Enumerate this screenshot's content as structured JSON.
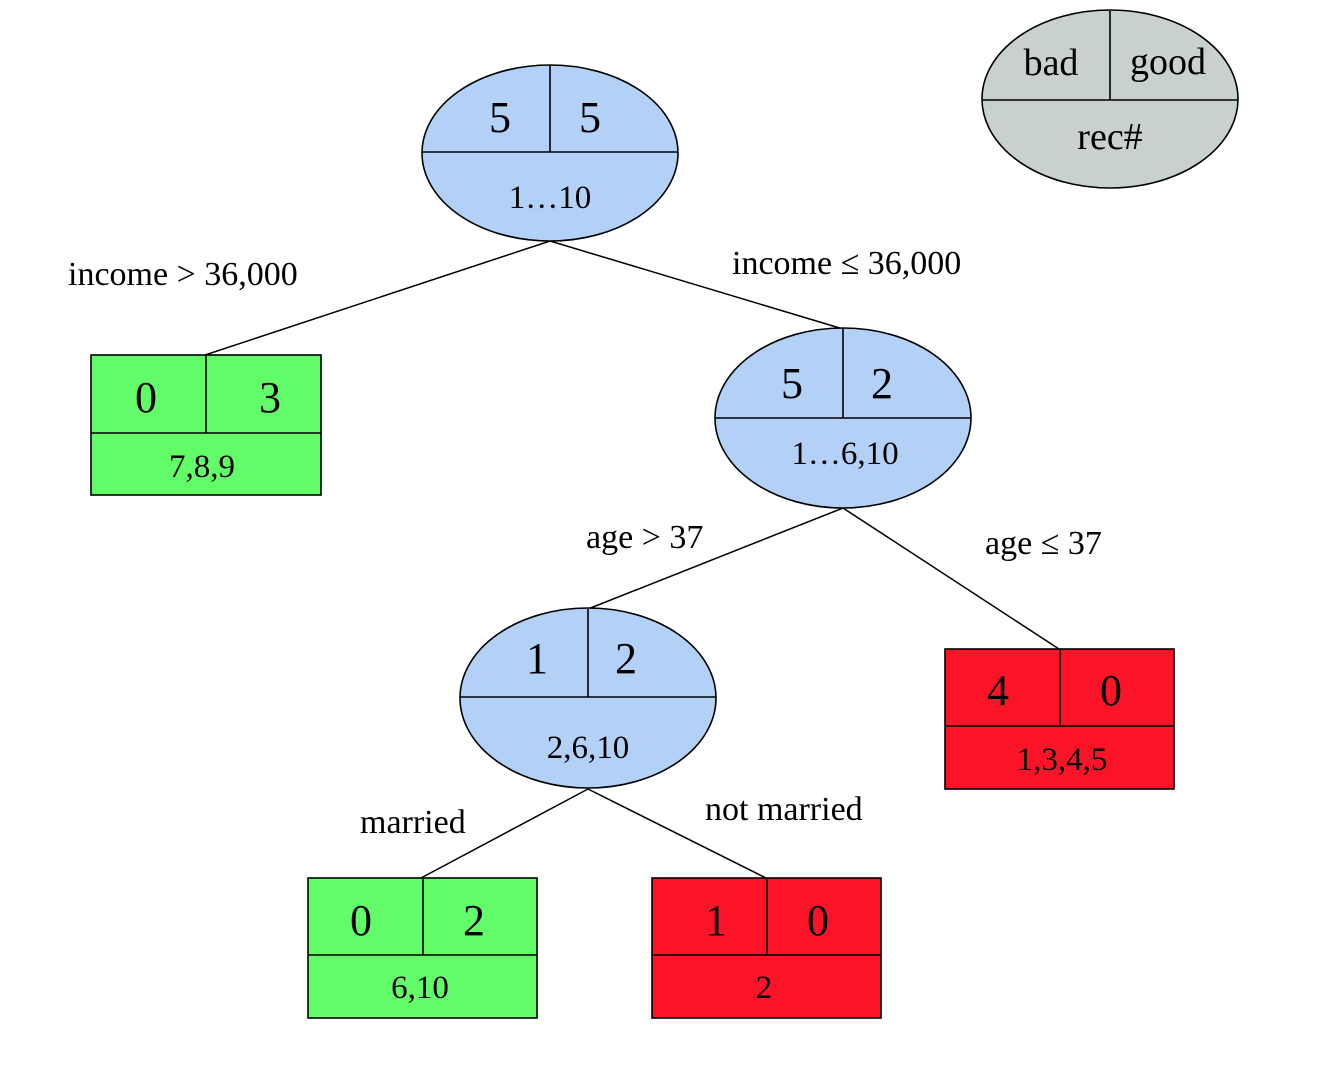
{
  "colors": {
    "internal_node": "#b3d1f7",
    "leaf_good": "#63fc69",
    "leaf_bad": "#fb1427",
    "legend": "#c8d1d0"
  },
  "legend": {
    "left": "bad",
    "right": "good",
    "bottom": "rec#"
  },
  "nodes": {
    "root": {
      "left": "5",
      "right": "5",
      "records": "1…10"
    },
    "income_high_leaf": {
      "left": "0",
      "right": "3",
      "records": "7,8,9"
    },
    "income_low": {
      "left": "5",
      "right": "2",
      "records": "1…6,10"
    },
    "age_high": {
      "left": "1",
      "right": "2",
      "records": "2,6,10"
    },
    "age_low_leaf": {
      "left": "4",
      "right": "0",
      "records": "1,3,4,5"
    },
    "married_leaf": {
      "left": "0",
      "right": "2",
      "records": "6,10"
    },
    "not_married_leaf": {
      "left": "1",
      "right": "0",
      "records": "2"
    }
  },
  "edge_labels": {
    "income_gt": "income > 36,000",
    "income_le": "income ≤ 36,000",
    "age_gt": "age > 37",
    "age_le": "age ≤ 37",
    "married": "married",
    "not_married": "not married"
  }
}
